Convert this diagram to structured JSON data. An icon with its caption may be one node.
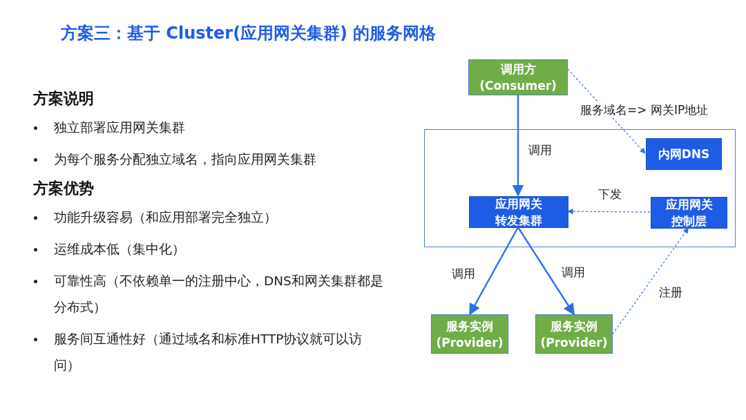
{
  "diagram": {
    "title": "方案三：基于 Cluster(应用网关集群) 的服务网格",
    "nodes": [
      {
        "text": [
          "调用方 (Consumer)"
        ]
      },
      {
        "text": [],
        "shape": "box"
      },
      {
        "text": [
          "内网DNS"
        ],
        "in": 1
      },
      {
        "text": [
          "应用网关转发集群"
        ],
        "in": 1
      },
      {
        "text": [
          "应用网关控制层"
        ],
        "in": 1
      },
      {
        "text": [
          "服务实例 (Provider)"
        ]
      },
      {
        "text": [
          "服务实例 (Provider)"
        ]
      }
    ],
    "edges": [
      {
        "from": 0,
        "to": 3,
        "arrow": "to",
        "label": "调用"
      },
      {
        "from": 0,
        "to": 2,
        "arrow": "to",
        "label": "服务域名=> 网关IP地址",
        "style": "dashed"
      },
      {
        "from": 4,
        "to": 3,
        "arrow": "to",
        "label": "下发",
        "style": "dashed"
      },
      {
        "from": 3,
        "to": 5,
        "arrow": "to",
        "label": "调用"
      },
      {
        "from": 3,
        "to": 6,
        "arrow": "to",
        "label": "调用"
      },
      {
        "from": 6,
        "to": 4,
        "arrow": "to",
        "label": "注册",
        "style": "dashed"
      }
    ],
    "labels": [
      "方案说明",
      "独立部署应用网关集群",
      "为每个服务分配独立域名，指向应用网关集群",
      "方案优势",
      "功能升级容易（和应用部署完全独立）",
      "运维成本低（集中化）",
      "可靠性高（不依赖单一的注册中心，DNS和网关集群都是分布式）",
      "服务间互通性好（通过域名和标准HTTP协议就可以访问）"
    ]
  }
}
